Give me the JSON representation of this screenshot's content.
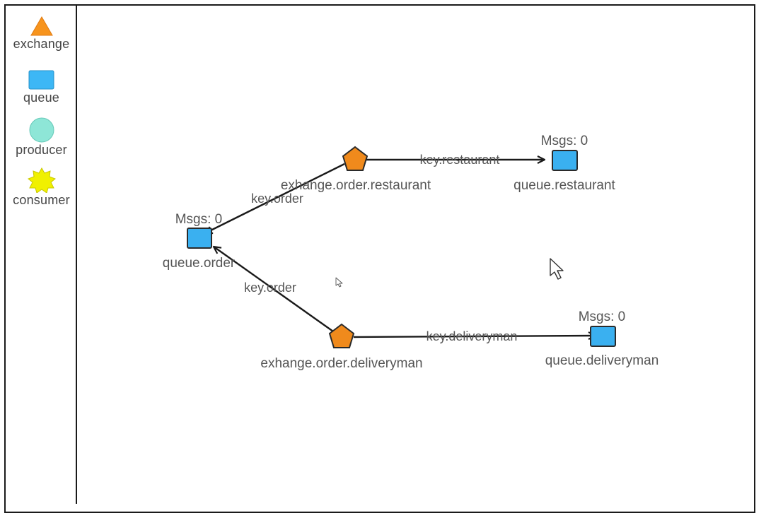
{
  "legend": {
    "items": [
      {
        "label": "exchange",
        "icon": "triangle-icon",
        "color": "#F7941D"
      },
      {
        "label": "queue",
        "icon": "square-icon",
        "color": "#3DB7F5"
      },
      {
        "label": "producer",
        "icon": "circle-icon",
        "color": "#8EE6D7"
      },
      {
        "label": "consumer",
        "icon": "starburst-icon",
        "color": "#F0F000"
      }
    ]
  },
  "colors": {
    "exchange": "#F08A1C",
    "queue": "#3AB0F0",
    "edge": "#1a1a1a",
    "stroke": "#2a2a2a"
  },
  "graph": {
    "exchanges": [
      {
        "id": "ex-restaurant",
        "label": "exhange.order.restaurant"
      },
      {
        "id": "ex-deliveryman",
        "label": "exhange.order.deliveryman"
      }
    ],
    "queues": [
      {
        "id": "q-order",
        "label": "queue.order",
        "msgs": "Msgs: 0"
      },
      {
        "id": "q-restaurant",
        "label": "queue.restaurant",
        "msgs": "Msgs: 0"
      },
      {
        "id": "q-deliveryman",
        "label": "queue.deliveryman",
        "msgs": "Msgs: 0"
      }
    ],
    "bindings": [
      {
        "from": "ex-restaurant",
        "to": "q-restaurant",
        "label": "key.restaurant"
      },
      {
        "from": "ex-restaurant",
        "to": "q-order",
        "label": "key.order"
      },
      {
        "from": "ex-deliveryman",
        "to": "q-order",
        "label": "key.order"
      },
      {
        "from": "ex-deliveryman",
        "to": "q-deliveryman",
        "label": "key.deliveryman"
      }
    ]
  }
}
